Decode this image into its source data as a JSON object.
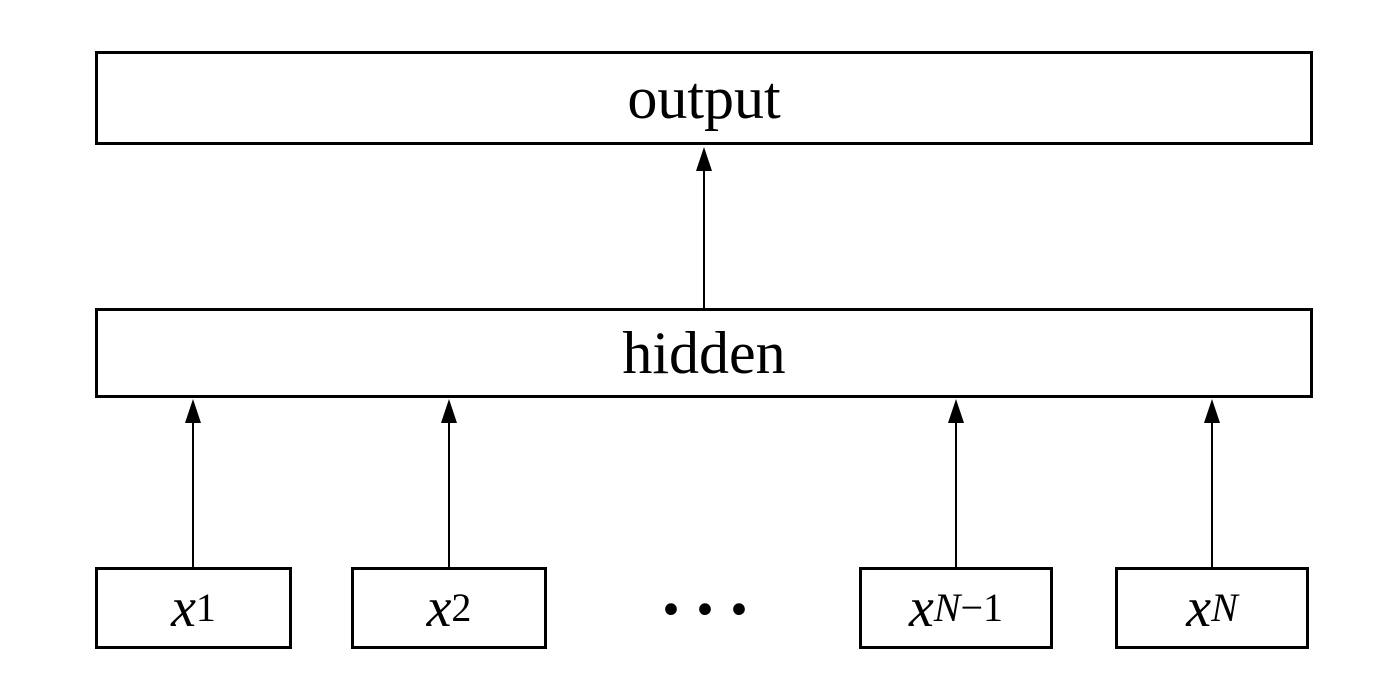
{
  "diagram": {
    "type": "feedforward-network-layer-diagram",
    "colors": {
      "background": "#ffffff",
      "stroke": "#000000",
      "text": "#000000"
    },
    "nodes": {
      "output": {
        "label": "output"
      },
      "hidden": {
        "label": "hidden"
      },
      "inputs": [
        {
          "id": "x1",
          "base": "x",
          "sub_parts": [
            {
              "text": "1",
              "italic": false
            }
          ]
        },
        {
          "id": "x2",
          "base": "x",
          "sub_parts": [
            {
              "text": "2",
              "italic": false
            }
          ]
        },
        {
          "id": "xN-1",
          "base": "x",
          "sub_parts": [
            {
              "text": "N",
              "italic": true
            },
            {
              "text": "−1",
              "italic": false
            }
          ]
        },
        {
          "id": "xN",
          "base": "x",
          "sub_parts": [
            {
              "text": "N",
              "italic": true
            }
          ]
        }
      ]
    },
    "ellipsis": "···",
    "edges": [
      {
        "from": "hidden",
        "to": "output"
      },
      {
        "from": "x1",
        "to": "hidden"
      },
      {
        "from": "x2",
        "to": "hidden"
      },
      {
        "from": "xN-1",
        "to": "hidden"
      },
      {
        "from": "xN",
        "to": "hidden"
      }
    ]
  }
}
